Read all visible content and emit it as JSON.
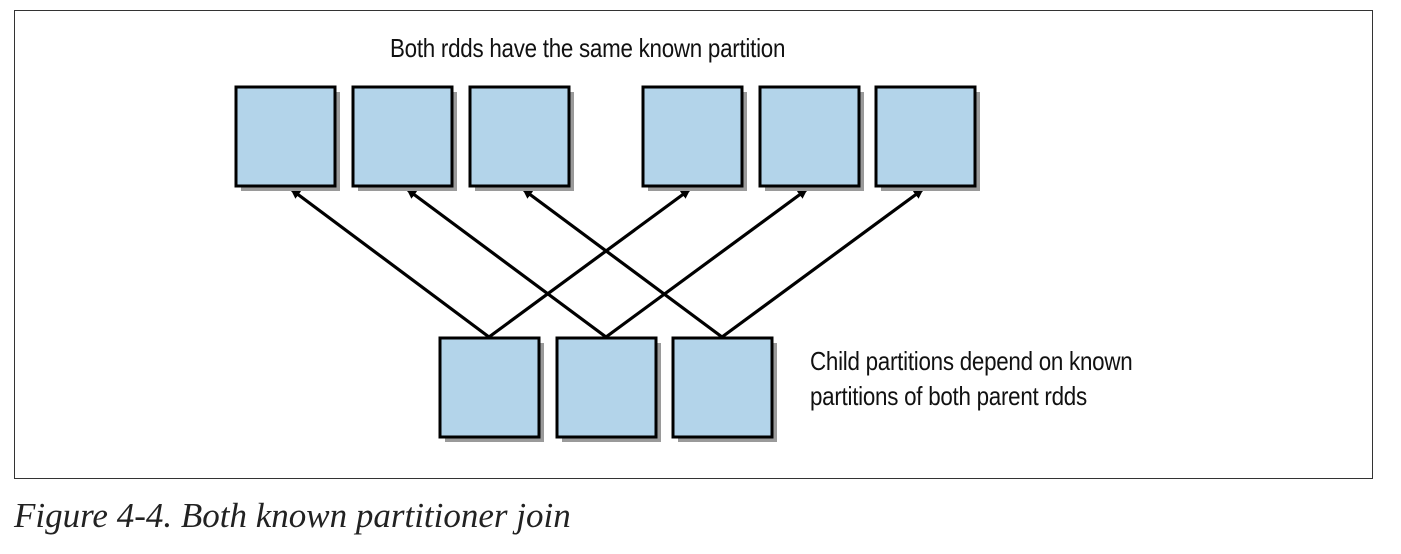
{
  "diagram": {
    "top_label": "Both rdds have the same known partition",
    "child_label_line1": "Child partitions depend on known",
    "child_label_line2": "partitions of both parent rdds",
    "box_fill": "#b3d4ea",
    "box_stroke": "#000000",
    "shadow_color": "#9a9a9a",
    "arrow_color": "#000000"
  },
  "caption": {
    "text": "Figure 4-4. Both known partitioner join"
  }
}
